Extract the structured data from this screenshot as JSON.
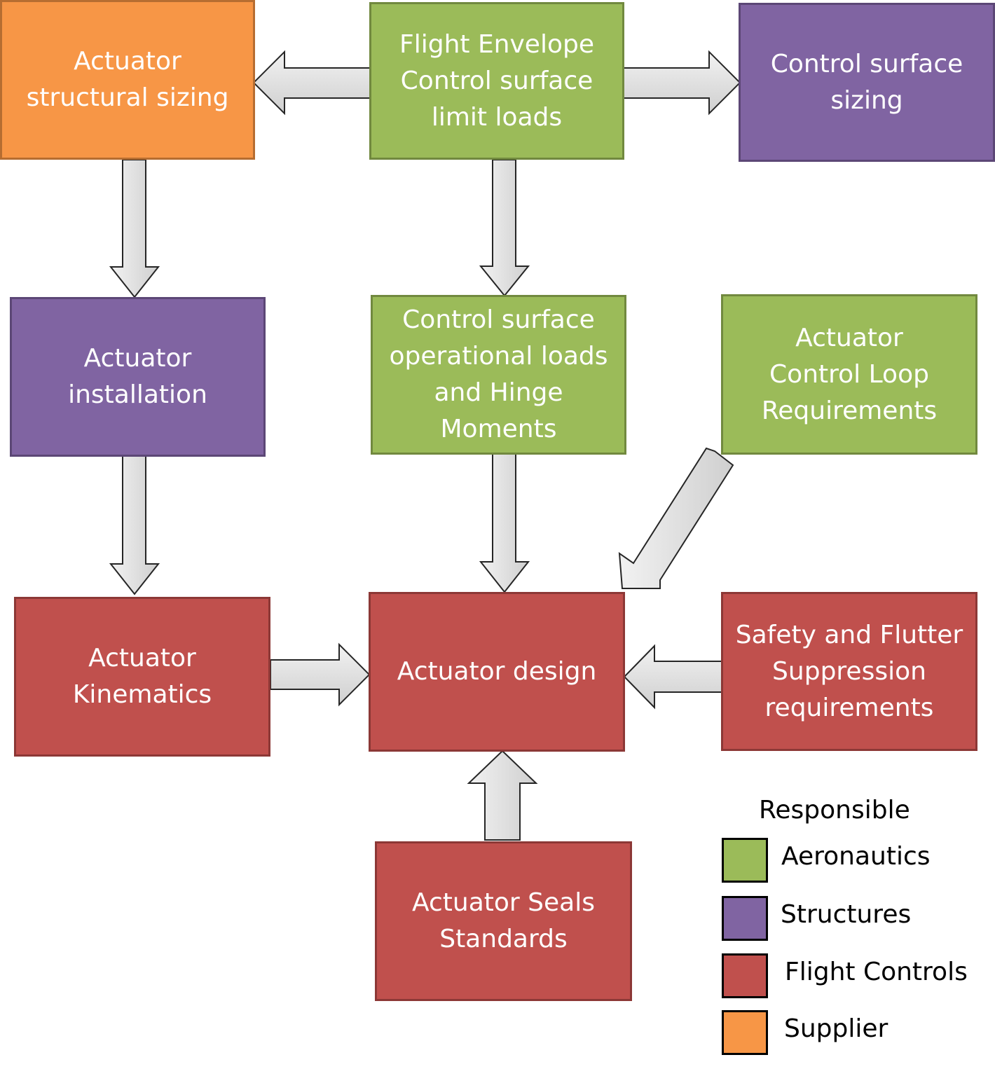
{
  "colors": {
    "aeronautics": "#9bbb59",
    "structures": "#8064a2",
    "flight_controls": "#c0504d",
    "supplier": "#f79646",
    "arrow_fill": "#dcdcdc",
    "arrow_stroke": "#262626"
  },
  "nodes": {
    "structural_sizing": "Actuator\nstructural sizing",
    "flight_envelope": "Flight Envelope\nControl surface\nlimit loads",
    "control_surface_sizing": "Control surface\nsizing",
    "installation": "Actuator\ninstallation",
    "operational_loads": "Control surface\noperational loads\nand Hinge\nMoments",
    "control_loop": "Actuator\nControl Loop\nRequirements",
    "kinematics": "Actuator\nKinematics",
    "design": "Actuator design",
    "safety_flutter": "Safety and Flutter\nSuppression\nrequirements",
    "seals_standards": "Actuator Seals\nStandards"
  },
  "legend": {
    "title": "Responsible",
    "items": [
      {
        "label": "Aeronautics",
        "color": "#9bbb59"
      },
      {
        "label": "Structures",
        "color": "#8064a2"
      },
      {
        "label": "Flight Controls",
        "color": "#c0504d"
      },
      {
        "label": "Supplier",
        "color": "#f79646"
      }
    ]
  }
}
